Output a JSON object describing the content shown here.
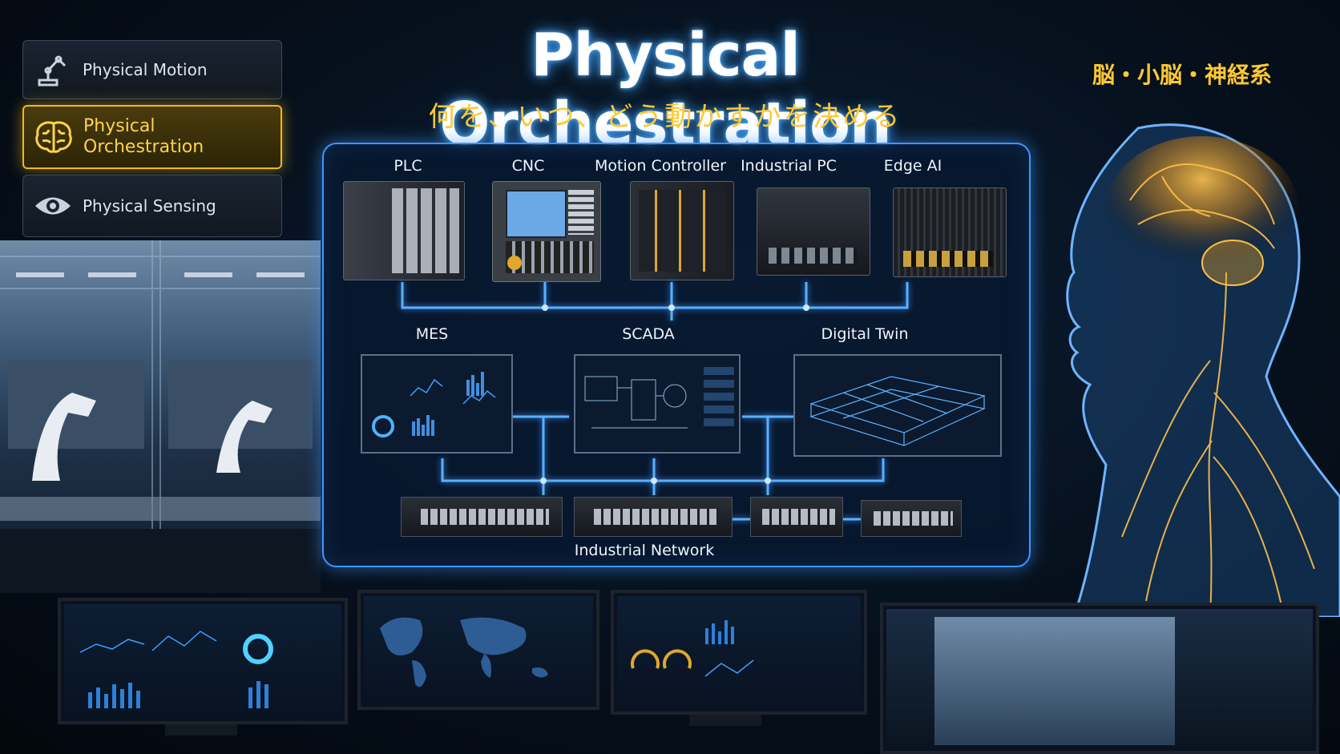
{
  "nav": {
    "items": [
      {
        "label": "Physical Motion",
        "icon": "robot-arm-icon",
        "active": false
      },
      {
        "label": "Physical\nOrchestration",
        "icon": "brain-icon",
        "active": true
      },
      {
        "label": "Physical Sensing",
        "icon": "eye-icon",
        "active": false
      }
    ]
  },
  "header": {
    "title": "Physical Orchestration",
    "subtitle": "何を、いつ、どう動かすかを決める"
  },
  "brain_label": "脳・小脳・神経系",
  "diagram": {
    "devices": [
      "PLC",
      "CNC",
      "Motion Controller",
      "Industrial PC",
      "Edge AI"
    ],
    "systems": [
      "MES",
      "SCADA",
      "Digital Twin"
    ],
    "network_label": "Industrial Network"
  },
  "colors": {
    "accent_blue": "#3f96ff",
    "accent_gold": "#f0b81c",
    "nerve_gold": "#ffb020",
    "background": "#06101c"
  }
}
